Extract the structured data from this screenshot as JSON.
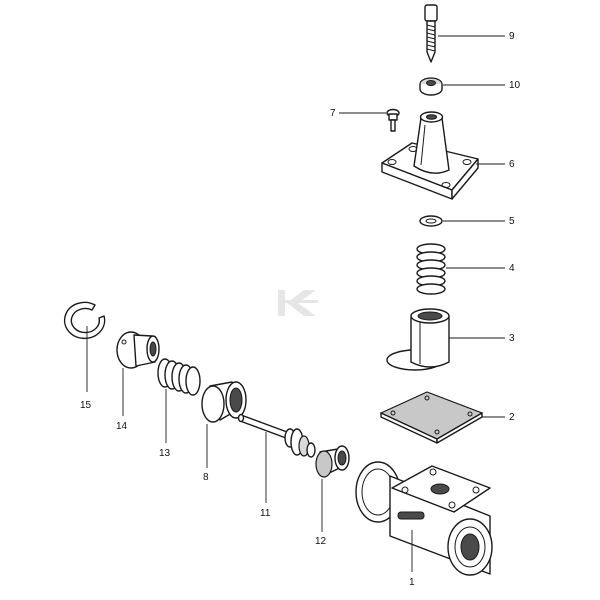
{
  "diagram": {
    "parts": [
      {
        "id": "part-1",
        "label": "1"
      },
      {
        "id": "part-2",
        "label": "2"
      },
      {
        "id": "part-3",
        "label": "3"
      },
      {
        "id": "part-4",
        "label": "4"
      },
      {
        "id": "part-5",
        "label": "5"
      },
      {
        "id": "part-6",
        "label": "6"
      },
      {
        "id": "part-7",
        "label": "7"
      },
      {
        "id": "part-8",
        "label": "8"
      },
      {
        "id": "part-9",
        "label": "9"
      },
      {
        "id": "part-10",
        "label": "10"
      },
      {
        "id": "part-11",
        "label": "11"
      },
      {
        "id": "part-12",
        "label": "12"
      },
      {
        "id": "part-13",
        "label": "13"
      },
      {
        "id": "part-14",
        "label": "14"
      },
      {
        "id": "part-15",
        "label": "15"
      }
    ],
    "watermark_icon": "k-logo-icon"
  }
}
